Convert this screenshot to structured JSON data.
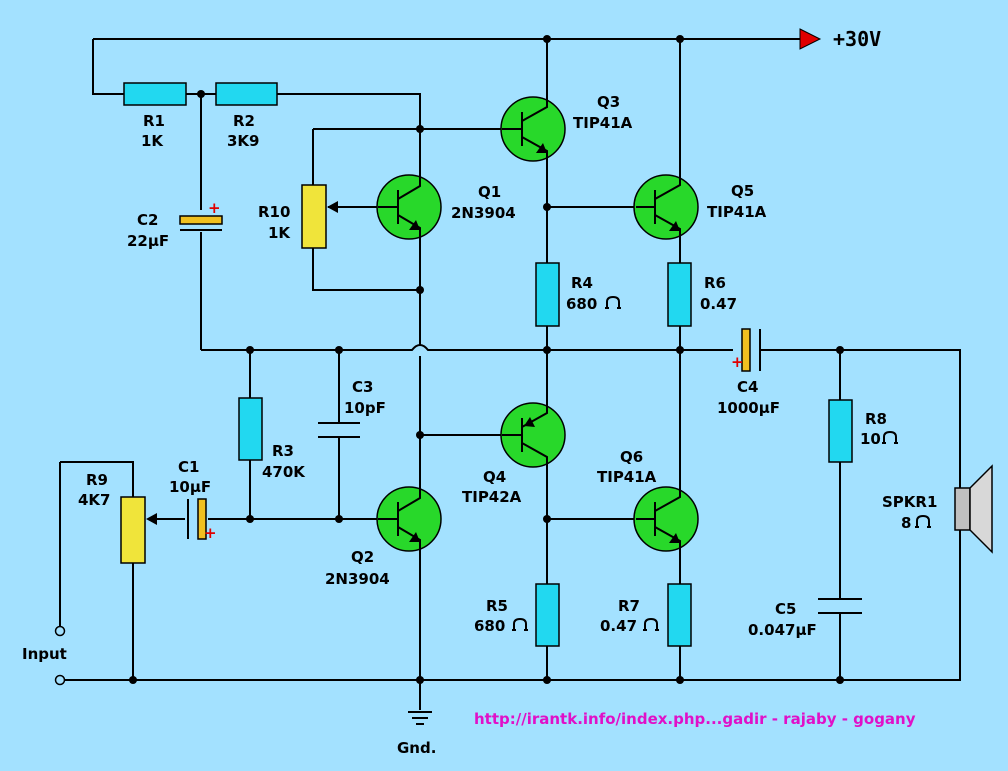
{
  "supply": {
    "label": "+30V",
    "arrow_color": "#e00000"
  },
  "components": {
    "R1": {
      "ref": "R1",
      "value": "1K"
    },
    "R2": {
      "ref": "R2",
      "value": "3K9"
    },
    "R3": {
      "ref": "R3",
      "value": "470K"
    },
    "R4": {
      "ref": "R4",
      "value": "680"
    },
    "R5": {
      "ref": "R5",
      "value": "680"
    },
    "R6": {
      "ref": "R6",
      "value": "0.47"
    },
    "R7": {
      "ref": "R7",
      "value": "0.47"
    },
    "R8": {
      "ref": "R8",
      "value": "10"
    },
    "R9": {
      "ref": "R9",
      "value": "4K7"
    },
    "R10": {
      "ref": "R10",
      "value": "1K"
    },
    "C1": {
      "ref": "C1",
      "value": "10µF"
    },
    "C2": {
      "ref": "C2",
      "value": "22µF"
    },
    "C3": {
      "ref": "C3",
      "value": "10pF"
    },
    "C4": {
      "ref": "C4",
      "value": "1000µF"
    },
    "C5": {
      "ref": "C5",
      "value": "0.047µF"
    },
    "Q1": {
      "ref": "Q1",
      "value": "2N3904"
    },
    "Q2": {
      "ref": "Q2",
      "value": "2N3904"
    },
    "Q3": {
      "ref": "Q3",
      "value": "TIP41A"
    },
    "Q4": {
      "ref": "Q4",
      "value": "TIP42A"
    },
    "Q5": {
      "ref": "Q5",
      "value": "TIP41A"
    },
    "Q6": {
      "ref": "Q6",
      "value": "TIP41A"
    },
    "SPKR1": {
      "ref": "SPKR1",
      "value": "8"
    }
  },
  "input_label": "Input",
  "ground_label": "Gnd.",
  "plus_sign": "+",
  "credit": "http://irantk.info/index.php...gadir - rajaby - gogany",
  "colors": {
    "background": "#a3e1ff",
    "resistor": "#22d8f0",
    "potentiometer": "#f0e43a",
    "transistor": "#28d82a",
    "capacitor_body": "#f0c020",
    "credit_text": "#e010c8"
  }
}
